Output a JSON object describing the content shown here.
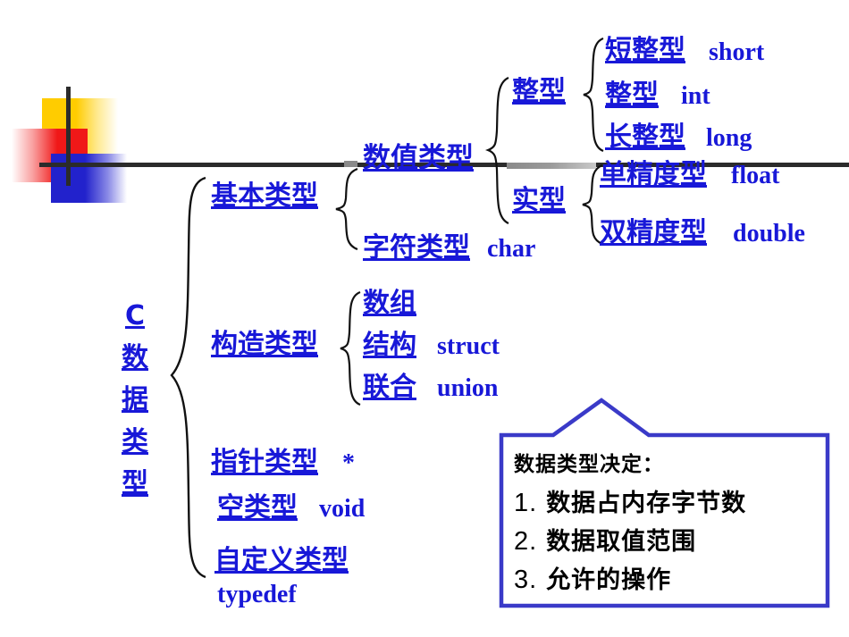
{
  "slide": {
    "title": "C 数据类型",
    "accent_blue": "#1818D8",
    "callout_border": "#3A3AC8",
    "logo_colors": {
      "yellow": "#FFCC00",
      "red": "#F01818",
      "blue": "#2222CC",
      "line": "#2B2B2B"
    }
  },
  "root": {
    "chars": [
      "C",
      "数",
      "据",
      "类",
      "型"
    ]
  },
  "branches": {
    "basic": {
      "label": "基本类型",
      "children": {
        "numeric": {
          "label": "数值类型",
          "children": {
            "integer": {
              "label": "整型",
              "items": [
                {
                  "cn": "短整型",
                  "en": "short"
                },
                {
                  "cn": "整型",
                  "en": "int"
                },
                {
                  "cn": "长整型",
                  "en": "long"
                }
              ]
            },
            "real": {
              "label": "实型",
              "items": [
                {
                  "cn": "单精度型",
                  "en": "float"
                },
                {
                  "cn": "双精度型",
                  "en": "double"
                }
              ]
            }
          }
        },
        "character": {
          "cn": "字符类型",
          "en": "char"
        }
      }
    },
    "constructed": {
      "label": "构造类型",
      "items": [
        {
          "cn": "数组",
          "en": ""
        },
        {
          "cn": "结构",
          "en": "struct"
        },
        {
          "cn": "联合",
          "en": "union"
        }
      ]
    },
    "others": [
      {
        "cn": "指针类型",
        "en": "*"
      },
      {
        "cn": "空类型",
        "en": "void"
      },
      {
        "cn": "自定义类型",
        "en": "typedef"
      }
    ]
  },
  "callout": {
    "title": "数据类型决定：",
    "items": [
      {
        "num": "1.",
        "text": "数据占内存字节数"
      },
      {
        "num": "2.",
        "text": "数据取值范围"
      },
      {
        "num": "3.",
        "text": "允许的操作"
      }
    ]
  }
}
